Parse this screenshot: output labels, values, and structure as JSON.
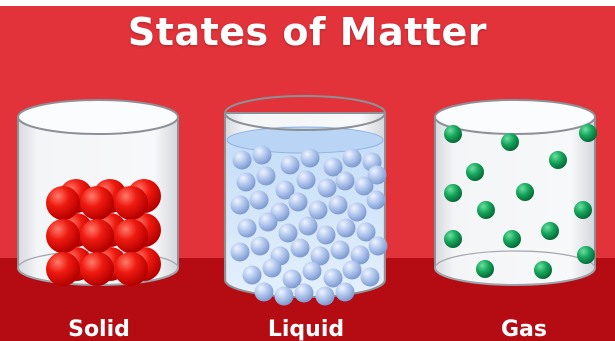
{
  "title": "States of Matter",
  "labels": {
    "solid": "Solid",
    "liquid": "Liquid",
    "gas": "Gas"
  },
  "colors": {
    "background_red": "#e2323a",
    "band_red": "#b50c14",
    "solid_particle": "#e50000",
    "liquid_particle": "#a9c1ea",
    "liquid_fill": "#cfe4fb",
    "gas_particle": "#0f9a55"
  }
}
